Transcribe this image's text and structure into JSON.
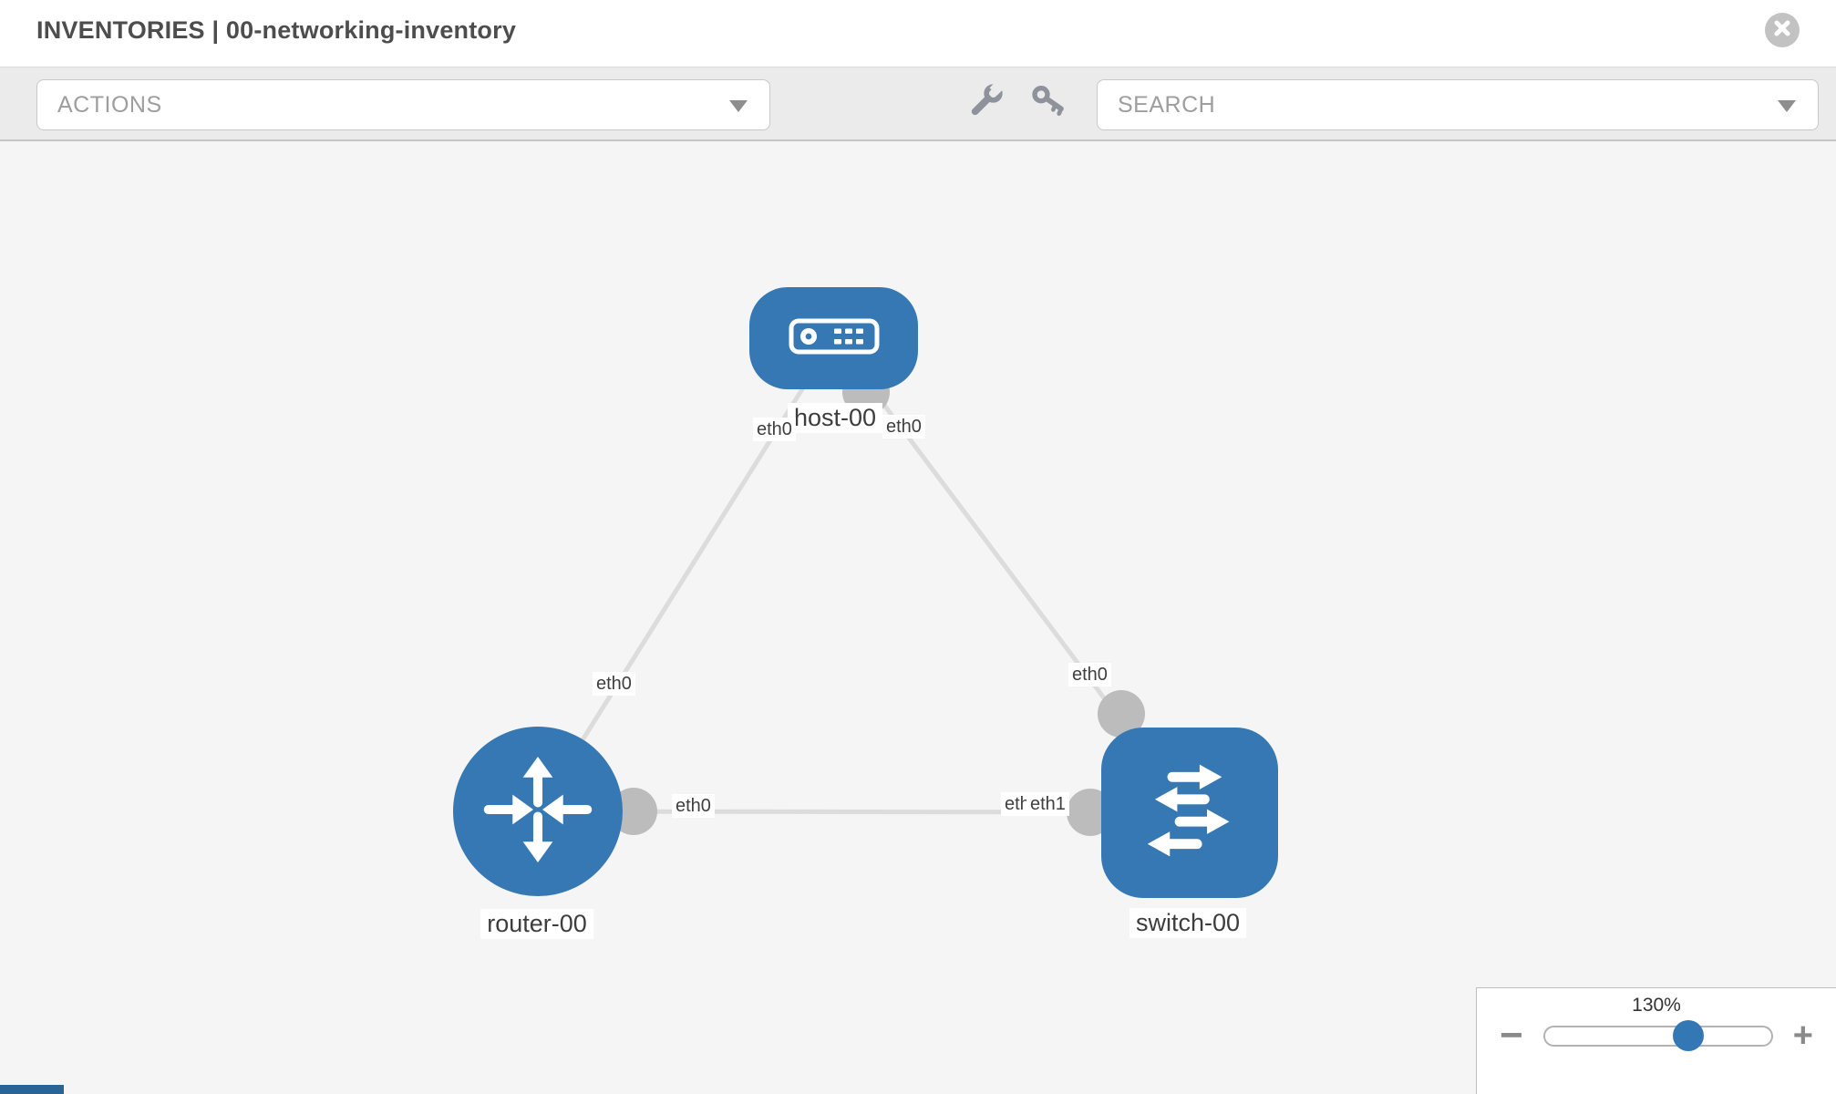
{
  "header": {
    "title": "INVENTORIES | 00-networking-inventory"
  },
  "toolbar": {
    "actions_dropdown": {
      "label": "ACTIONS"
    },
    "search_dropdown": {
      "placeholder": "SEARCH"
    },
    "icons": [
      "wrench-icon",
      "key-icon"
    ]
  },
  "colors": {
    "node_blue": "#3678b3",
    "link_gray": "#dcdcdc",
    "connector_gray": "#bcbcbc",
    "canvas_bg": "#f5f5f5",
    "toolbar_bg": "#ebebeb"
  },
  "topology": {
    "nodes": [
      {
        "label": "host-00",
        "type": "host"
      },
      {
        "label": "router-00",
        "type": "router"
      },
      {
        "label": "switch-00",
        "type": "switch"
      }
    ],
    "links": [
      {
        "from": "host-00",
        "to": "router-00",
        "from_interface": "eth0",
        "to_interface": "eth0"
      },
      {
        "from": "host-00",
        "to": "switch-00",
        "from_interface": "eth0",
        "to_interface": "eth0"
      },
      {
        "from": "router-00",
        "to": "switch-00",
        "from_interface": "eth0",
        "to_interface": "eth1"
      }
    ],
    "interface_chips": [
      {
        "text": "eth0"
      },
      {
        "text": "eth0"
      },
      {
        "text": "eth0"
      },
      {
        "text": "eth0"
      },
      {
        "text": "eth0"
      },
      {
        "text": "eth0"
      },
      {
        "text": "eth1"
      }
    ]
  },
  "zoom_control": {
    "value": "130%",
    "minus": "−",
    "plus": "+"
  }
}
